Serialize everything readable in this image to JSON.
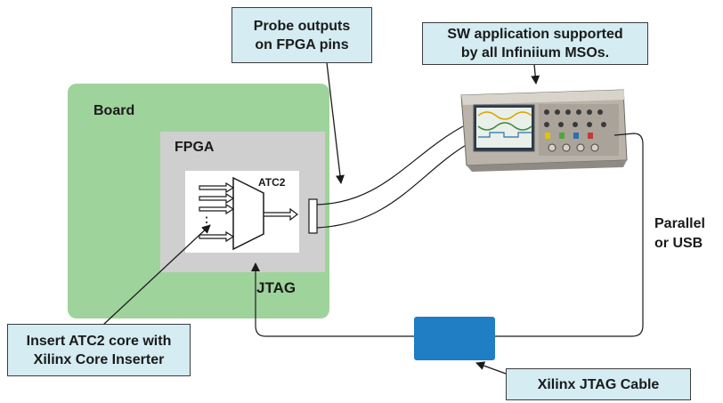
{
  "colors": {
    "board": "#9fd39c",
    "fpga": "#cfcfcf",
    "callout": "#d4ecf2",
    "jtag_cable": "#1f7ec4"
  },
  "board": {
    "label": "Board"
  },
  "fpga": {
    "label": "FPGA"
  },
  "core": {
    "label": "ATC2",
    "ellipsis": "⋮"
  },
  "jtag": {
    "label": "JTAG"
  },
  "link": {
    "line1": "Parallel",
    "line2": "or USB"
  },
  "callouts": {
    "probe": {
      "line1": "Probe outputs",
      "line2": "on FPGA pins"
    },
    "sw": {
      "line1": "SW application supported",
      "line2": "by all Infiniium MSOs."
    },
    "insert": {
      "line1": "Insert ATC2 core with",
      "line2": "Xilinx Core Inserter"
    },
    "cable": {
      "text": "Xilinx JTAG Cable"
    }
  },
  "icons": {
    "scope": "oscilloscope-icon",
    "cable_box": "jtag-cable-icon"
  }
}
